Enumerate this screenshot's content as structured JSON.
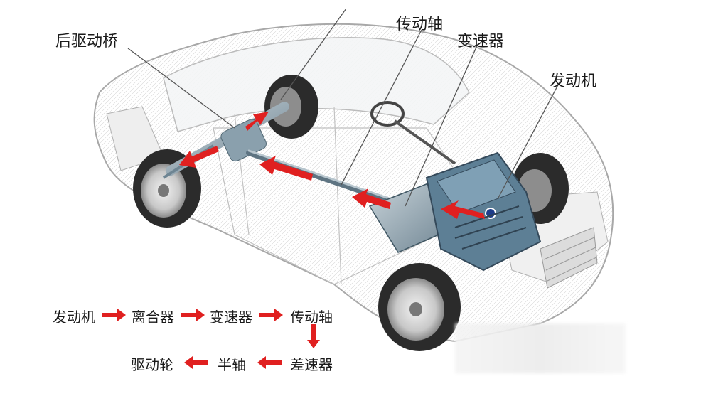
{
  "callouts": {
    "rear_axle": "后驱动桥",
    "driveshaft": "传动轴",
    "transmission": "变速器",
    "engine": "发动机"
  },
  "flow": {
    "row1": [
      "发动机",
      "离合器",
      "变速器",
      "传动轴"
    ],
    "row2": [
      "驱动轮",
      "半轴",
      "差速器"
    ]
  },
  "colors": {
    "arrow": "#e02020",
    "engine_block": "#5d7f95",
    "body_line": "#9a9a9a",
    "tire": "#2b2b2b"
  }
}
